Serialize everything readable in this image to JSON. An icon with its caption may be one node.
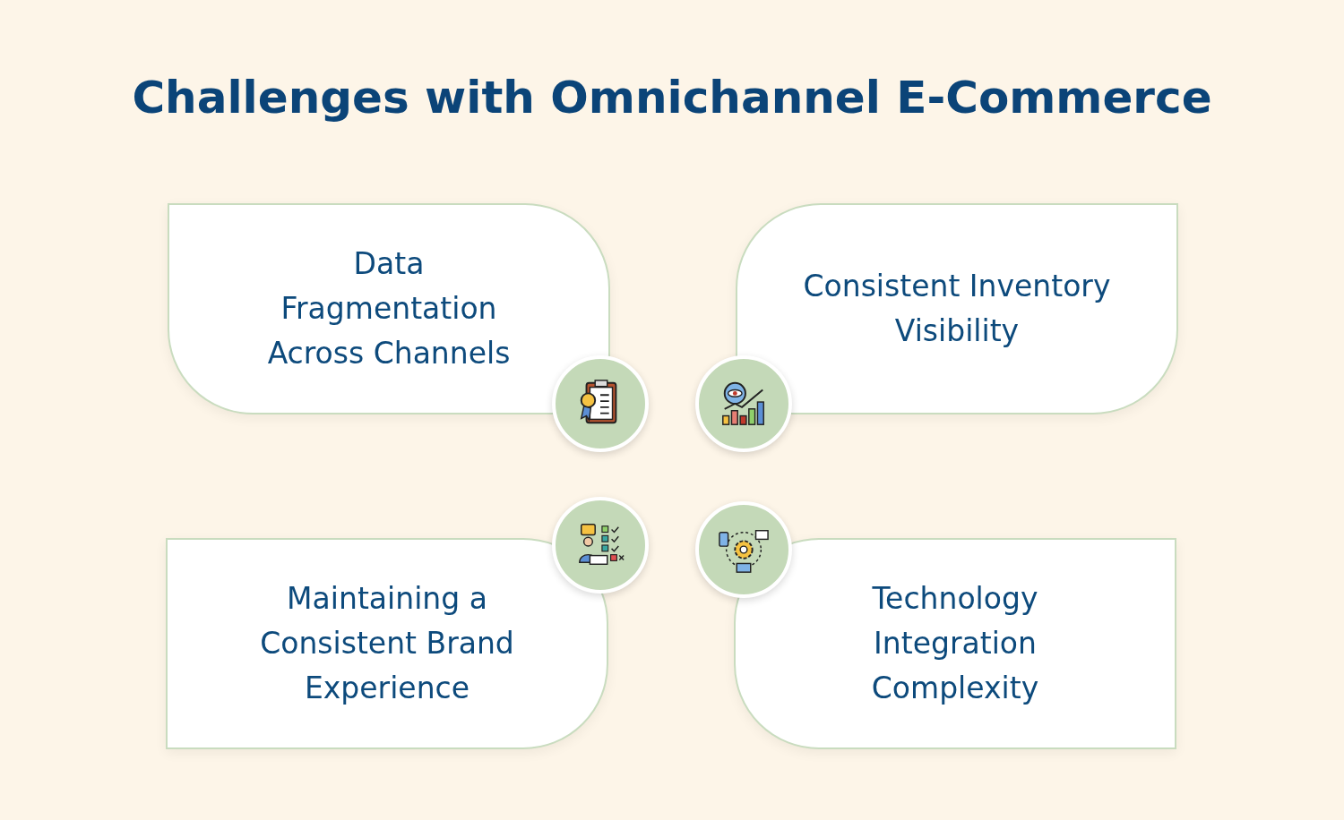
{
  "diagram": {
    "title": "Challenges with Omnichannel E-Commerce",
    "nodes": [
      {
        "text": [
          "Data Fragmentation Across Channels"
        ]
      },
      {
        "text": [
          "Consistent Inventory Visibility"
        ]
      },
      {
        "text": [
          "Maintaining a Consistent Brand Experience"
        ]
      },
      {
        "text": [
          "Technology Integration Complexity"
        ]
      }
    ]
  }
}
